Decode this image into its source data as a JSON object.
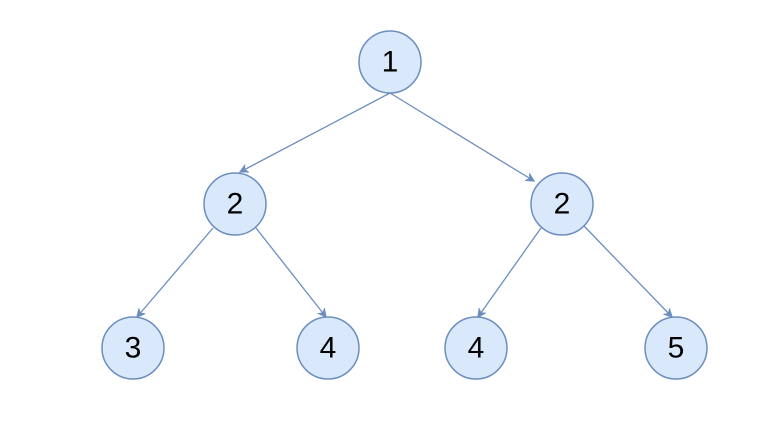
{
  "diagram": {
    "type": "binary-tree",
    "colors": {
      "node_fill": "#dae8fc",
      "node_stroke": "#6c8ebf",
      "edge": "#6c8ebf",
      "text": "#000000"
    },
    "nodes": [
      {
        "id": "n1",
        "label": "1"
      },
      {
        "id": "n2a",
        "label": "2"
      },
      {
        "id": "n2b",
        "label": "2"
      },
      {
        "id": "n3",
        "label": "3"
      },
      {
        "id": "n4a",
        "label": "4"
      },
      {
        "id": "n4b",
        "label": "4"
      },
      {
        "id": "n5",
        "label": "5"
      }
    ],
    "edges": [
      {
        "from": "n1",
        "to": "n2a"
      },
      {
        "from": "n1",
        "to": "n2b"
      },
      {
        "from": "n2a",
        "to": "n3"
      },
      {
        "from": "n2a",
        "to": "n4a"
      },
      {
        "from": "n2b",
        "to": "n4b"
      },
      {
        "from": "n2b",
        "to": "n5"
      }
    ]
  }
}
